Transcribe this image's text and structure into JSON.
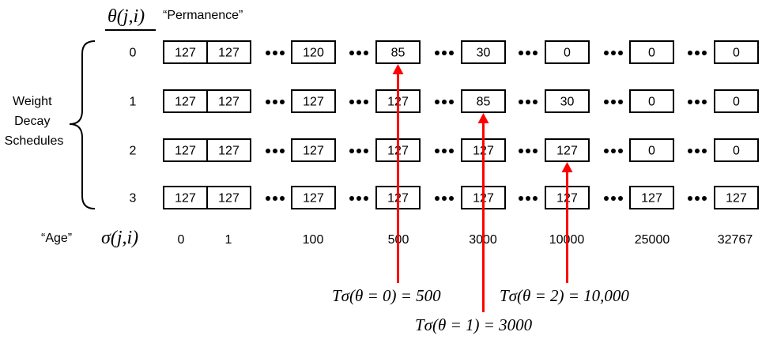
{
  "header": {
    "theta_symbol": "θ(j,i)",
    "permanence_label": "“Permanence”"
  },
  "group_label": [
    "Weight",
    "Decay",
    "Schedules"
  ],
  "rows": [
    {
      "theta": "0",
      "values": [
        "127",
        "127",
        "120",
        "85",
        "30",
        "0",
        "0",
        "0"
      ]
    },
    {
      "theta": "1",
      "values": [
        "127",
        "127",
        "127",
        "127",
        "85",
        "30",
        "0",
        "0"
      ]
    },
    {
      "theta": "2",
      "values": [
        "127",
        "127",
        "127",
        "127",
        "127",
        "127",
        "0",
        "0"
      ]
    },
    {
      "theta": "3",
      "values": [
        "127",
        "127",
        "127",
        "127",
        "127",
        "127",
        "127",
        "127"
      ]
    }
  ],
  "age": {
    "label": "“Age”",
    "sigma_symbol": "σ(j,i)",
    "values": [
      "0",
      "1",
      "100",
      "500",
      "3000",
      "10000",
      "25000",
      "32767"
    ]
  },
  "thresholds": [
    {
      "text": "Tσ(θ = 0) = 500",
      "column": 3,
      "target_row": 0
    },
    {
      "text": "Tσ(θ = 1) = 3000",
      "column": 4,
      "target_row": 1
    },
    {
      "text": "Tσ(θ = 2) = 10,000",
      "column": 5,
      "target_row": 2
    }
  ],
  "colors": {
    "arrow": "#ff0000",
    "line": "#000000"
  }
}
